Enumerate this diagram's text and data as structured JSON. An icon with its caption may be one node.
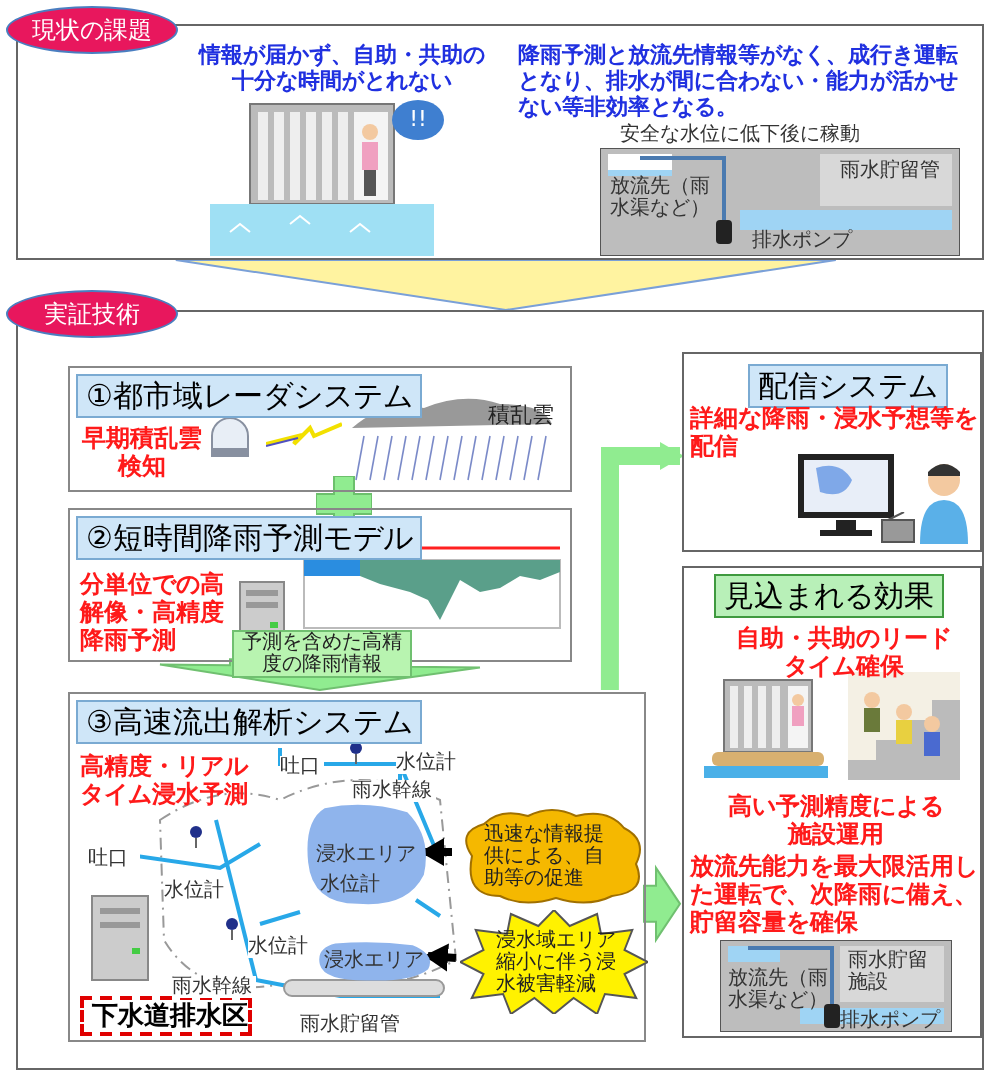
{
  "diagram": {
    "nodes": [
      {
        "text": [
          "現状の課題",
          "情報が届かず、自助・共助の十分な時間がとれない",
          "降雨予測と放流先情報等がなく、成行き運転となり、排水が間に合わない・能力が活かせない等非効率となる。"
        ]
      },
      {
        "text": [
          "実証技術"
        ]
      },
      {
        "text": [
          "①都市域レーダシステム",
          "早期積乱雲検知"
        ],
        "in": 1
      },
      {
        "text": [
          "②短時間降雨予測モデル",
          "分単位での高解像・高精度降雨予測"
        ],
        "in": 1
      },
      {
        "text": [
          "③高速流出解析システム",
          "高精度・リアルタイム浸水予測"
        ],
        "in": 1
      },
      {
        "text": [
          "迅速な情報提供による、自助等の促進"
        ],
        "in": 4
      },
      {
        "text": [
          "浸水域エリア縮小に伴う浸水被害軽減"
        ],
        "in": 4
      },
      {
        "text": [
          "下水道排水区"
        ],
        "in": 4
      },
      {
        "text": [
          "配信システム",
          "詳細な降雨・浸水予想等を配信"
        ],
        "in": 1
      },
      {
        "text": [
          "見込まれる効果",
          "自助・共助のリードタイム確保",
          "高い予測精度による施設運用",
          "放流先能力を最大限活用した運転で、次降雨に備え、貯留容量を確保"
        ],
        "in": 1
      },
      {
        "text": [
          "浸水エリア"
        ],
        "in": 4
      },
      {
        "text": [
          "浸水エリア"
        ],
        "in": 4
      }
    ],
    "edges": [
      {
        "from": 0,
        "to": 1,
        "arrow": "to",
        "style": "thick",
        "color": "#fff3a0"
      },
      {
        "from": 3,
        "to": 4,
        "arrow": "to",
        "label": "予測を含めた高精度の降雨情報",
        "style": "thick",
        "color": "#90ec90"
      },
      {
        "from": 4,
        "to": 8,
        "arrow": "to",
        "style": "thick",
        "color": "#90ec90"
      },
      {
        "from": 4,
        "to": 9,
        "arrow": "to",
        "style": "thick",
        "color": "#90ec90"
      },
      {
        "from": 5,
        "to": 10,
        "arrow": "to",
        "color": "#000000"
      },
      {
        "from": 6,
        "to": 11,
        "arrow": "to",
        "color": "#000000"
      }
    ],
    "labels": [
      "!!",
      "安全な水位に低下後に稼動",
      "放流先（雨水渠など）",
      "雨水貯留管",
      "排水ポンプ",
      "積乱雲",
      "吐口",
      "水位計",
      "雨水幹線",
      "吐口",
      "水位計",
      "水位計",
      "水位計",
      "雨水幹線",
      "雨水貯留管",
      "雨水貯留施設",
      "放流先（雨水渠など）",
      "排水ポンプ"
    ]
  }
}
